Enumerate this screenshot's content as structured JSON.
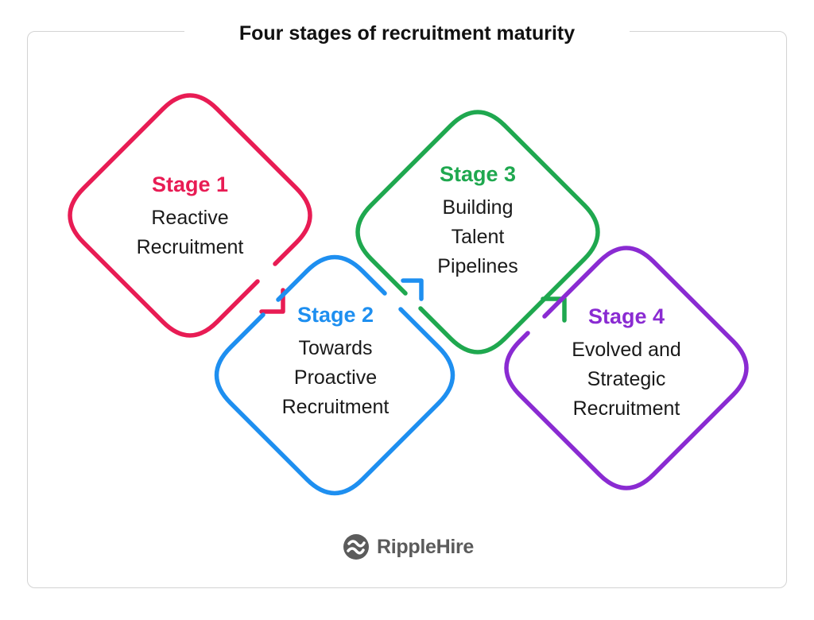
{
  "title": "Four stages of recruitment maturity",
  "stages": [
    {
      "stage": "Stage 1",
      "lines": [
        "Reactive",
        "Recruitment"
      ],
      "color": "#e81c54"
    },
    {
      "stage": "Stage 2",
      "lines": [
        "Towards",
        "Proactive",
        "Recruitment"
      ],
      "color": "#1e8ff0"
    },
    {
      "stage": "Stage 3",
      "lines": [
        "Building",
        "Talent",
        "Pipelines"
      ],
      "color": "#1fa84f"
    },
    {
      "stage": "Stage 4",
      "lines": [
        "Evolved and",
        "Strategic",
        "Recruitment"
      ],
      "color": "#8a2bd2"
    }
  ],
  "brand": {
    "name": "RippleHire",
    "icon": "ripplehire-logo-icon",
    "color": "#5b5b5b"
  }
}
